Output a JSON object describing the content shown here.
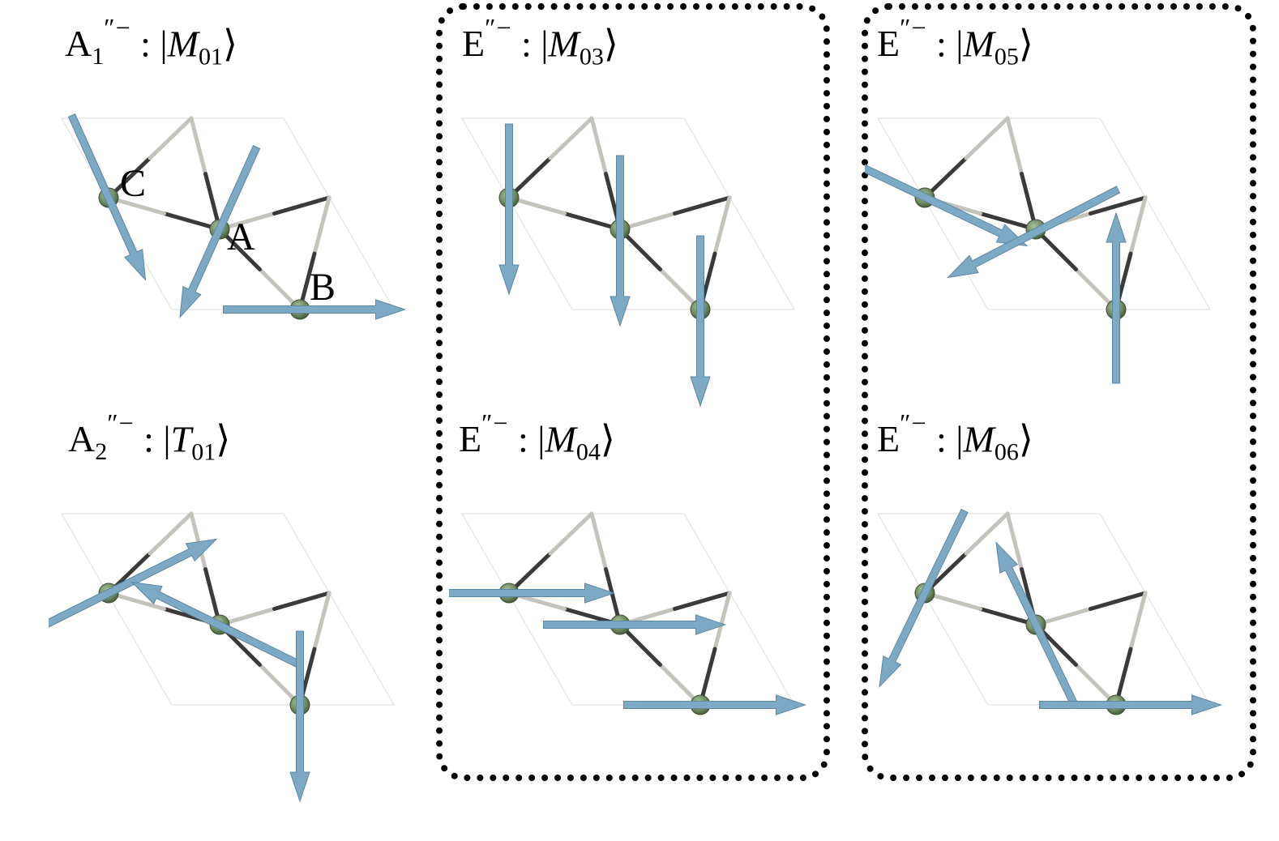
{
  "panels": [
    {
      "id": "m01",
      "irrep_base": "A",
      "irrep_sub": "1",
      "irrep_sup": "″−",
      "ket_letter": "M",
      "ket_sub": "01",
      "arrows": {
        "C": [
          [
            -0.65,
            -1.45
          ],
          [
            0.65,
            1.45
          ]
        ],
        "A": [
          [
            0.65,
            -1.45
          ],
          [
            -0.7,
            1.55
          ]
        ],
        "B": [
          [
            -1.35,
            0
          ],
          [
            1.85,
            0
          ]
        ]
      }
    },
    {
      "id": "m03",
      "irrep_base": "E",
      "irrep_sub": "",
      "irrep_sup": "″−",
      "ket_letter": "M",
      "ket_sub": "03",
      "arrows": {
        "C": [
          [
            0,
            -1.3
          ],
          [
            0,
            1.7
          ]
        ],
        "A": [
          [
            0,
            -1.3
          ],
          [
            0,
            1.7
          ]
        ],
        "B": [
          [
            0,
            -1.3
          ],
          [
            0,
            1.7
          ]
        ]
      }
    },
    {
      "id": "m05",
      "irrep_base": "E",
      "irrep_sub": "",
      "irrep_sup": "″−",
      "ket_letter": "M",
      "ket_sub": "05",
      "arrows": {
        "C": [
          [
            -1.45,
            -0.7
          ],
          [
            1.8,
            0.85
          ]
        ],
        "A": [
          [
            1.45,
            -0.7
          ],
          [
            -1.55,
            0.85
          ]
        ],
        "B": [
          [
            0,
            1.3
          ],
          [
            0,
            -1.7
          ]
        ]
      }
    },
    {
      "id": "t01",
      "irrep_base": "A",
      "irrep_sub": "2",
      "irrep_sup": "″−",
      "ket_letter": "T",
      "ket_sub": "01",
      "arrows": {
        "C": [
          [
            -1.4,
            0.7
          ],
          [
            1.9,
            -0.95
          ]
        ],
        "A": [
          [
            1.4,
            0.7
          ],
          [
            -1.55,
            -0.75
          ]
        ],
        "B": [
          [
            0,
            -1.3
          ],
          [
            0,
            1.7
          ]
        ]
      }
    },
    {
      "id": "m04",
      "irrep_base": "E",
      "irrep_sub": "",
      "irrep_sup": "″−",
      "ket_letter": "M",
      "ket_sub": "04",
      "arrows": {
        "C": [
          [
            -1.35,
            0
          ],
          [
            1.85,
            0
          ]
        ],
        "A": [
          [
            -1.35,
            0
          ],
          [
            1.85,
            0
          ]
        ],
        "B": [
          [
            -1.35,
            0
          ],
          [
            1.85,
            0
          ]
        ]
      }
    },
    {
      "id": "m06",
      "irrep_base": "E",
      "irrep_sub": "",
      "irrep_sup": "″−",
      "ket_letter": "M",
      "ket_sub": "06",
      "arrows": {
        "C": [
          [
            0.7,
            -1.45
          ],
          [
            -0.8,
            1.65
          ]
        ],
        "A": [
          [
            0.7,
            1.45
          ],
          [
            -0.7,
            -1.45
          ]
        ],
        "B": [
          [
            -1.35,
            0
          ],
          [
            1.85,
            0
          ]
        ]
      }
    }
  ],
  "site_labels": {
    "A": "A",
    "B": "B",
    "C": "C"
  },
  "colors": {
    "arrow": "#7ea9c4",
    "atom": "#6f8b62",
    "bond_dark": "#3a3a3a",
    "bond_light": "#c4c4bc",
    "cell": "#e3e3e3"
  }
}
